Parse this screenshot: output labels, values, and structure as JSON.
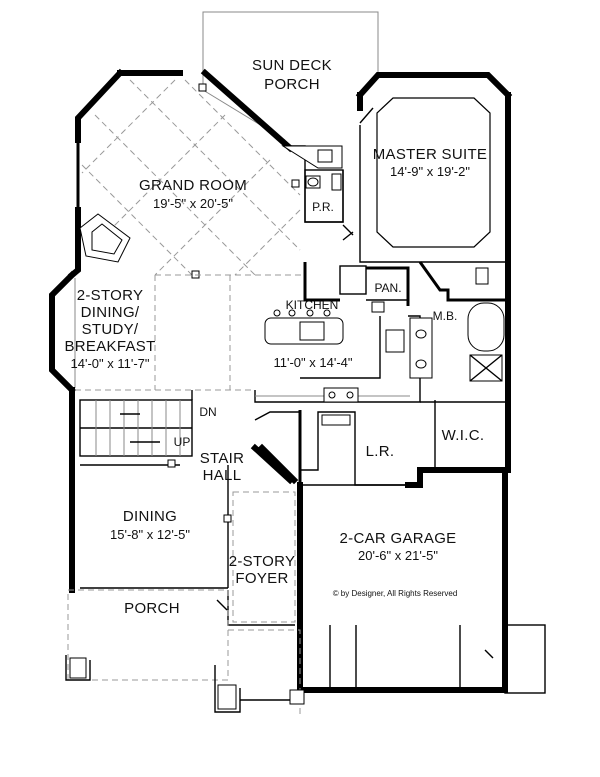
{
  "rooms": {
    "sun_deck": {
      "line1": "SUN DECK",
      "line2": "PORCH"
    },
    "master_suite": {
      "name": "MASTER SUITE",
      "dims": "14'-9\" x 19'-2\""
    },
    "grand_room": {
      "name": "GRAND ROOM",
      "dims": "19'-5\" x 20'-5\""
    },
    "powder_room": {
      "name": "P.R."
    },
    "pantry": {
      "name": "PAN."
    },
    "kitchen": {
      "name": "KITCHEN",
      "dims": "11'-0\" x 14'-4\""
    },
    "master_bath": {
      "name": "M.B."
    },
    "dining_study": {
      "line1": "2-STORY",
      "line2": "DINING/",
      "line3": "STUDY/",
      "line4": "BREAKFAST",
      "dims": "14'-0\" x 11'-7\""
    },
    "stair_dn": {
      "name": "DN"
    },
    "stair_up": {
      "name": "UP"
    },
    "stair_hall": {
      "line1": "STAIR",
      "line2": "HALL"
    },
    "laundry": {
      "name": "L.R."
    },
    "walk_in_closet": {
      "name": "W.I.C."
    },
    "dining": {
      "name": "DINING",
      "dims": "15'-8\" x 12'-5\""
    },
    "foyer": {
      "line1": "2-STORY",
      "line2": "FOYER"
    },
    "garage": {
      "name": "2-CAR GARAGE",
      "dims": "20'-6\" x 21'-5\""
    },
    "porch": {
      "name": "PORCH"
    }
  },
  "copyright": "© by Designer, All Rights Reserved"
}
